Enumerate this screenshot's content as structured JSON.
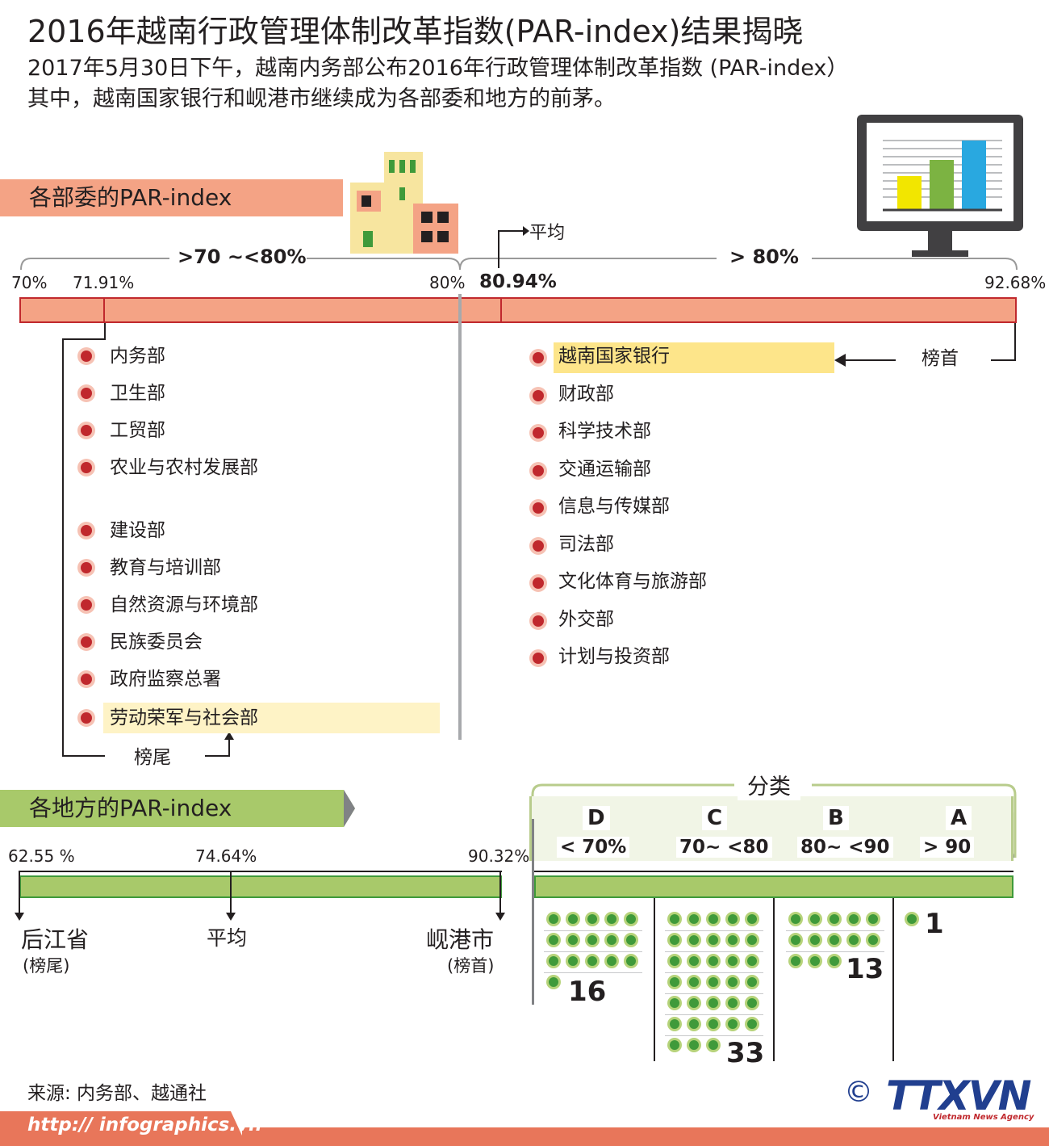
{
  "header": {
    "title": "2016年越南行政管理体制改革指数(PAR-index)结果揭晓",
    "subtitle_line1": "2017年5月30日下午，越南内务部公布2016年行政管理体制改革指数 (PAR-index）",
    "subtitle_line2": "其中，越南国家银行和岘港市继续成为各部委和地方的前茅。"
  },
  "ministries": {
    "banner": "各部委的PAR-index",
    "range_low_label": ">70 ~<80%",
    "range_high_label": "> 80%",
    "avg_label": "平均",
    "scale": {
      "min": "70%",
      "low": "71.91%",
      "mid": "80%",
      "avg": "80.94%",
      "max": "92.68%"
    },
    "low_group": [
      "内务部",
      "卫生部",
      "工贸部",
      "农业与农村发展部",
      "建设部",
      "教育与培训部",
      "自然资源与环境部",
      "民族委员会",
      "政府监察总署",
      "劳动荣军与社会部"
    ],
    "high_group": [
      "越南国家银行",
      "财政部",
      "科学技术部",
      "交通运输部",
      "信息与传媒部",
      "司法部",
      "文化体育与旅游部",
      "外交部",
      "计划与投资部"
    ],
    "top_label": "榜首",
    "bottom_label": "榜尾"
  },
  "provinces": {
    "banner": "各地方的PAR-index",
    "scale": {
      "min": "62.55 %",
      "avg": "74.64%",
      "max": "90.32%"
    },
    "min_name": "后江省",
    "min_note": "(榜尾)",
    "avg_label": "平均",
    "max_name": "岘港市",
    "max_note": "(榜首)"
  },
  "classification": {
    "title": "分类",
    "groups": [
      {
        "letter": "D",
        "range": "< 70%",
        "count": "16"
      },
      {
        "letter": "C",
        "range": "70~ <80",
        "count": "33"
      },
      {
        "letter": "B",
        "range": "80~ <90",
        "count": "13"
      },
      {
        "letter": "A",
        "range": "> 90",
        "count": "1"
      }
    ]
  },
  "footer": {
    "source": "来源: 内务部、越通社",
    "url": "http:// infographics.vn",
    "copyright": "©",
    "logo": "TTXVN",
    "logo_sub": "Vietnam News Agency"
  },
  "colors": {
    "salmon": "#f4a385",
    "red_bar_border": "#c0282d",
    "green": "#a8c96a",
    "green_dark": "#3f9a3a",
    "yellow_highlight": "#fde58a",
    "pale_yellow": "#fef3c6",
    "url_bar": "#e8765a",
    "logo_blue": "#213f8f"
  }
}
